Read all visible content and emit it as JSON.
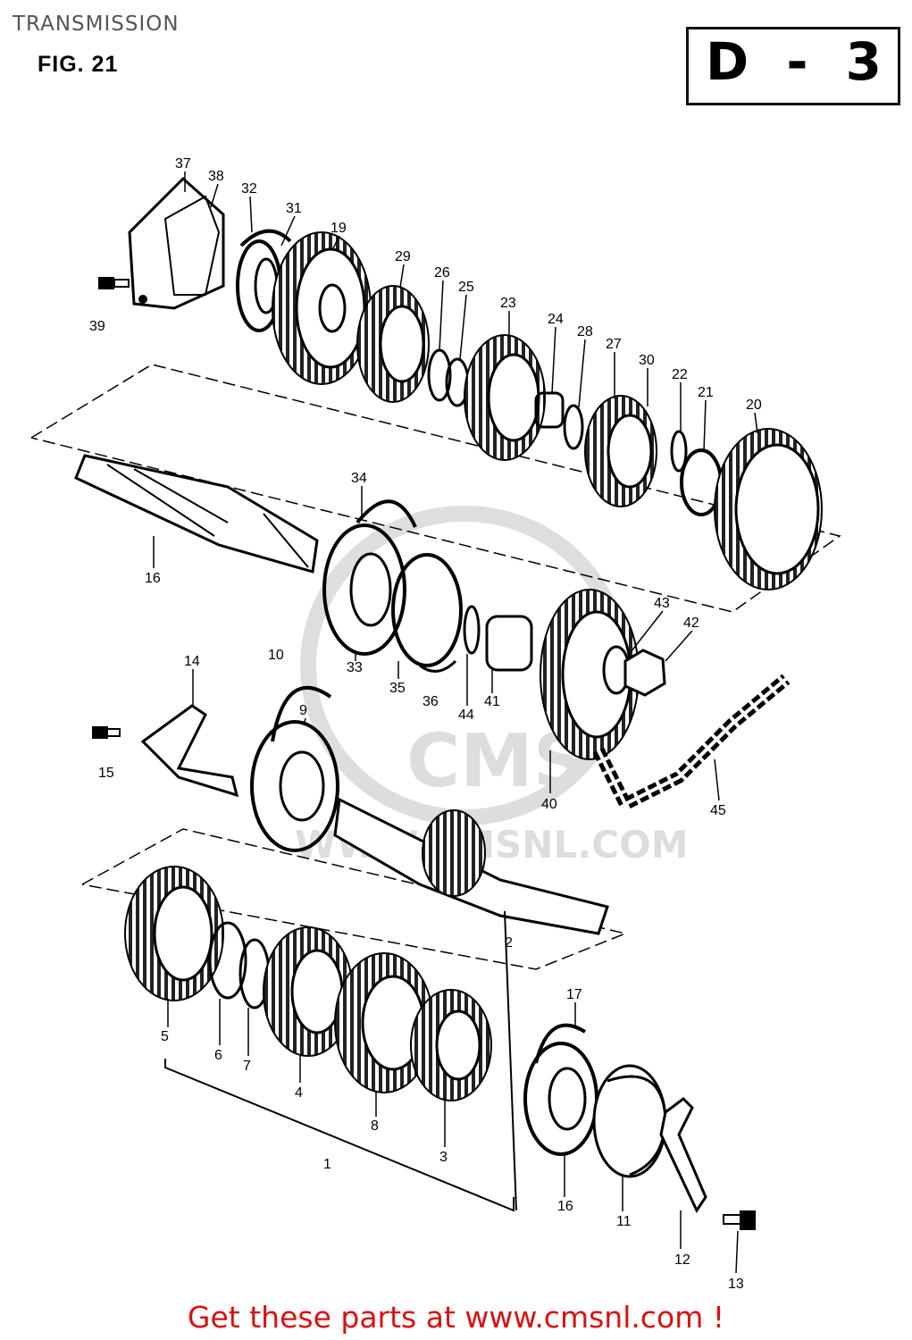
{
  "header": {
    "title": "TRANSMISSION",
    "figure": "FIG. 21",
    "section": "D - 3"
  },
  "watermark": {
    "brand": "CMS",
    "url": "WWW.CMSNL.COM"
  },
  "footer": {
    "text": "Get these parts at www.cmsnl.com !"
  },
  "callouts": [
    "37",
    "38",
    "32",
    "31",
    "19",
    "29",
    "26",
    "25",
    "23",
    "24",
    "28",
    "27",
    "30",
    "22",
    "21",
    "20",
    "39",
    "34",
    "16",
    "33",
    "35",
    "36",
    "44",
    "41",
    "43",
    "42",
    "40",
    "45",
    "14",
    "10",
    "9",
    "15",
    "2",
    "17",
    "5",
    "6",
    "7",
    "4",
    "8",
    "3",
    "1",
    "16",
    "11",
    "12",
    "13"
  ]
}
